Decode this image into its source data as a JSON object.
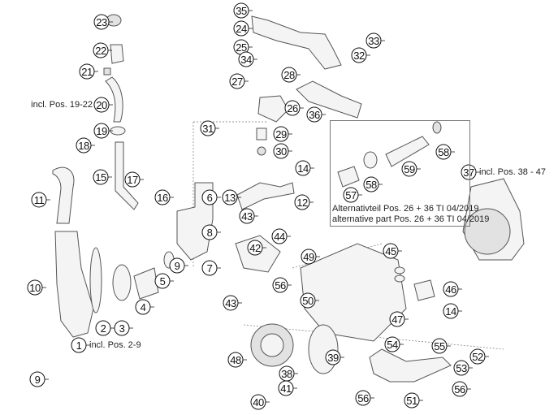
{
  "diagram": {
    "callouts": [
      "35",
      "24",
      "25",
      "33",
      "32",
      "34",
      "28",
      "27",
      "26",
      "36",
      "31",
      "29",
      "30",
      "23",
      "22",
      "21",
      "20",
      "19",
      "18",
      "15",
      "17",
      "16",
      "14",
      "12",
      "13",
      "6",
      "11",
      "43",
      "42",
      "44",
      "8",
      "9",
      "7",
      "5",
      "4",
      "3",
      "2",
      "1",
      "10",
      "9",
      "49",
      "56",
      "43",
      "50",
      "45",
      "46",
      "47",
      "14",
      "48",
      "38",
      "39",
      "40",
      "41",
      "54",
      "55",
      "53",
      "52",
      "51",
      "56",
      "56",
      "37",
      "57",
      "58",
      "59",
      "58"
    ],
    "notes": {
      "pos20": "incl. Pos. 19-22",
      "pos1": "incl. Pos. 2-9",
      "pos37": "incl. Pos. 38 - 47",
      "alt_de": "Alternativteil Pos. 26 + 36 TI 04/2019",
      "alt_en": "alternative part Pos. 26 + 36 TI 04/2019"
    }
  }
}
